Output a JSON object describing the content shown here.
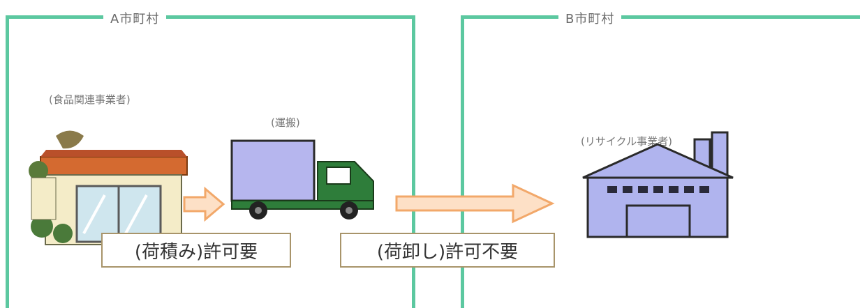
{
  "regions": {
    "a": {
      "title": "A市町村",
      "group_label": "(食品関連事業者)",
      "vehicle_label": "(運搬)"
    },
    "b": {
      "title": "B市町村",
      "group_label": "(リサイクル事業者)"
    }
  },
  "permits": {
    "loading": "(荷積み)許可要",
    "unloading": "(荷卸し)許可不要"
  },
  "colors": {
    "frame": "#5cc8a0",
    "arrow_fill": "#fde0c6",
    "arrow_stroke": "#f2a86a",
    "truck_box": "#b6b6ee",
    "truck_cab": "#2e7d3a",
    "factory": "#b0b4ee",
    "permit_border": "#a8946a"
  }
}
